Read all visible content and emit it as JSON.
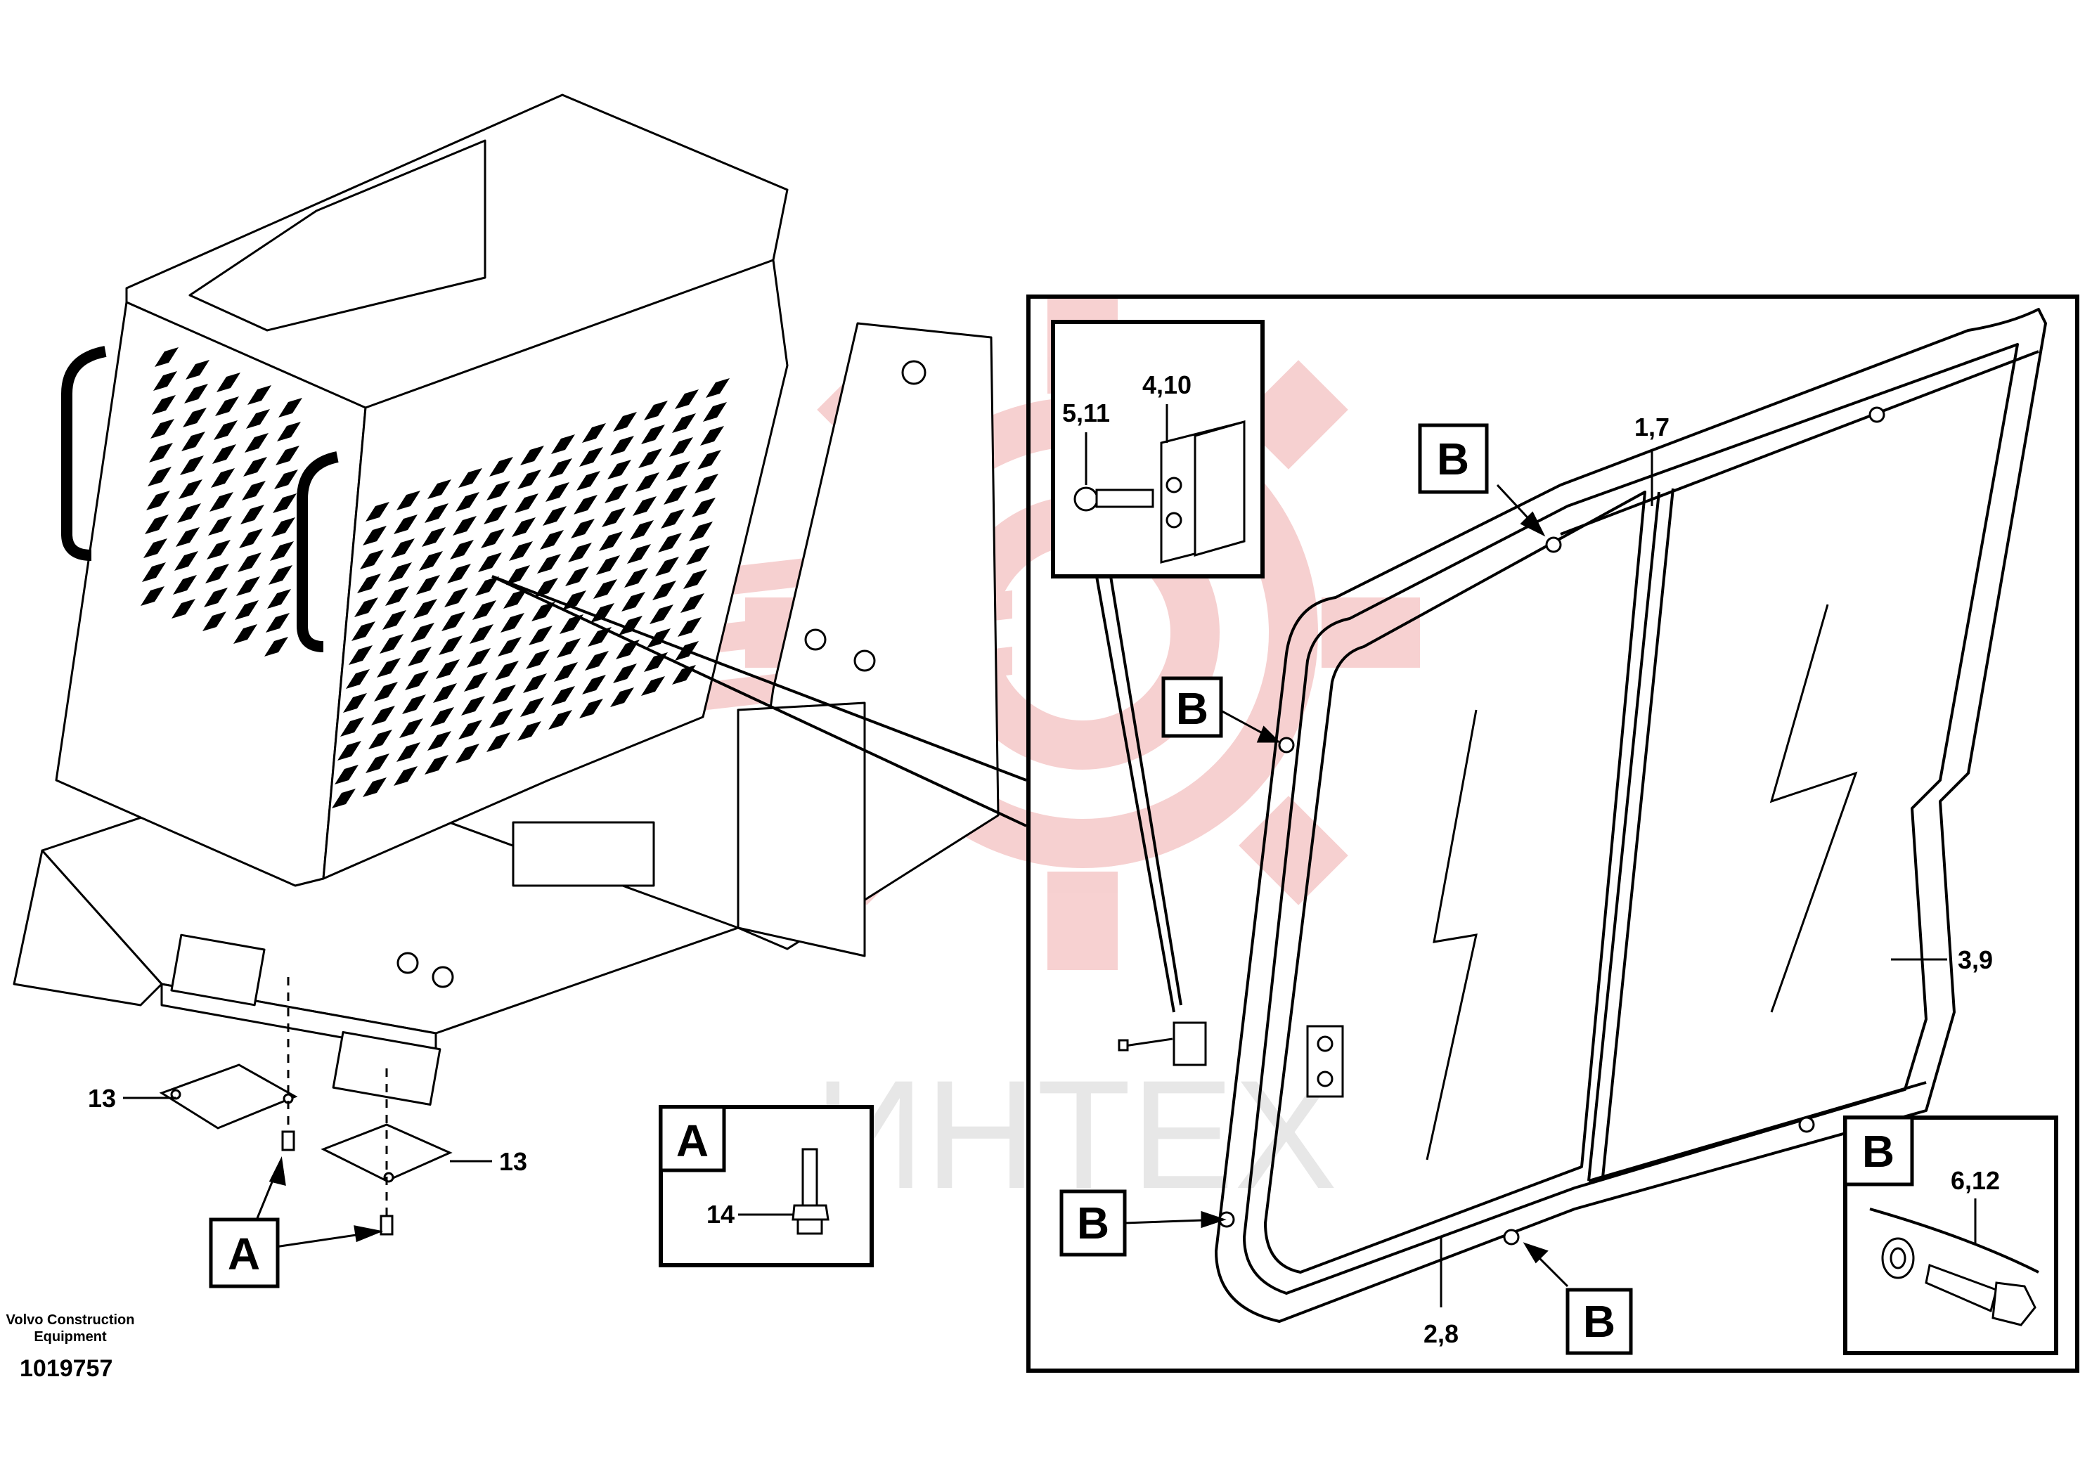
{
  "watermark": {
    "text": "ИНТЕХ",
    "color": "#e87a7a"
  },
  "footer": {
    "brand_line1": "Volvo Construction",
    "brand_line2": "Equipment",
    "drawing_number": "1019757"
  },
  "labels": {
    "l_4_10": "4,10",
    "l_5_11": "5,11",
    "l_1_7": "1,7",
    "l_3_9": "3,9",
    "l_2_8": "2,8",
    "l_6_12": "6,12",
    "l_13_left": "13",
    "l_13_right": "13",
    "l_14": "14"
  },
  "callouts": {
    "b_top": "B",
    "b_mid": "B",
    "b_low": "B",
    "b_bottom": "B",
    "b_detail": "B",
    "a_main": "A",
    "a_detail": "A"
  }
}
